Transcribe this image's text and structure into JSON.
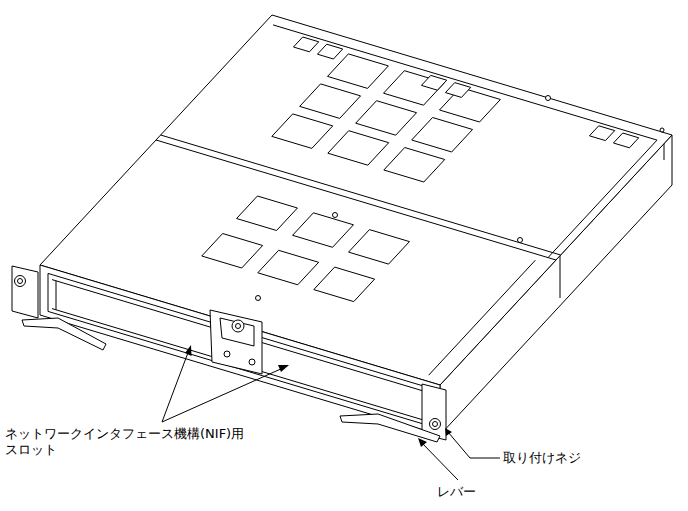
{
  "diagram": {
    "labels": [
      "ネットワークインタフェース機構(NIF)用 スロット",
      "取り付けネジ",
      "レバー"
    ]
  }
}
